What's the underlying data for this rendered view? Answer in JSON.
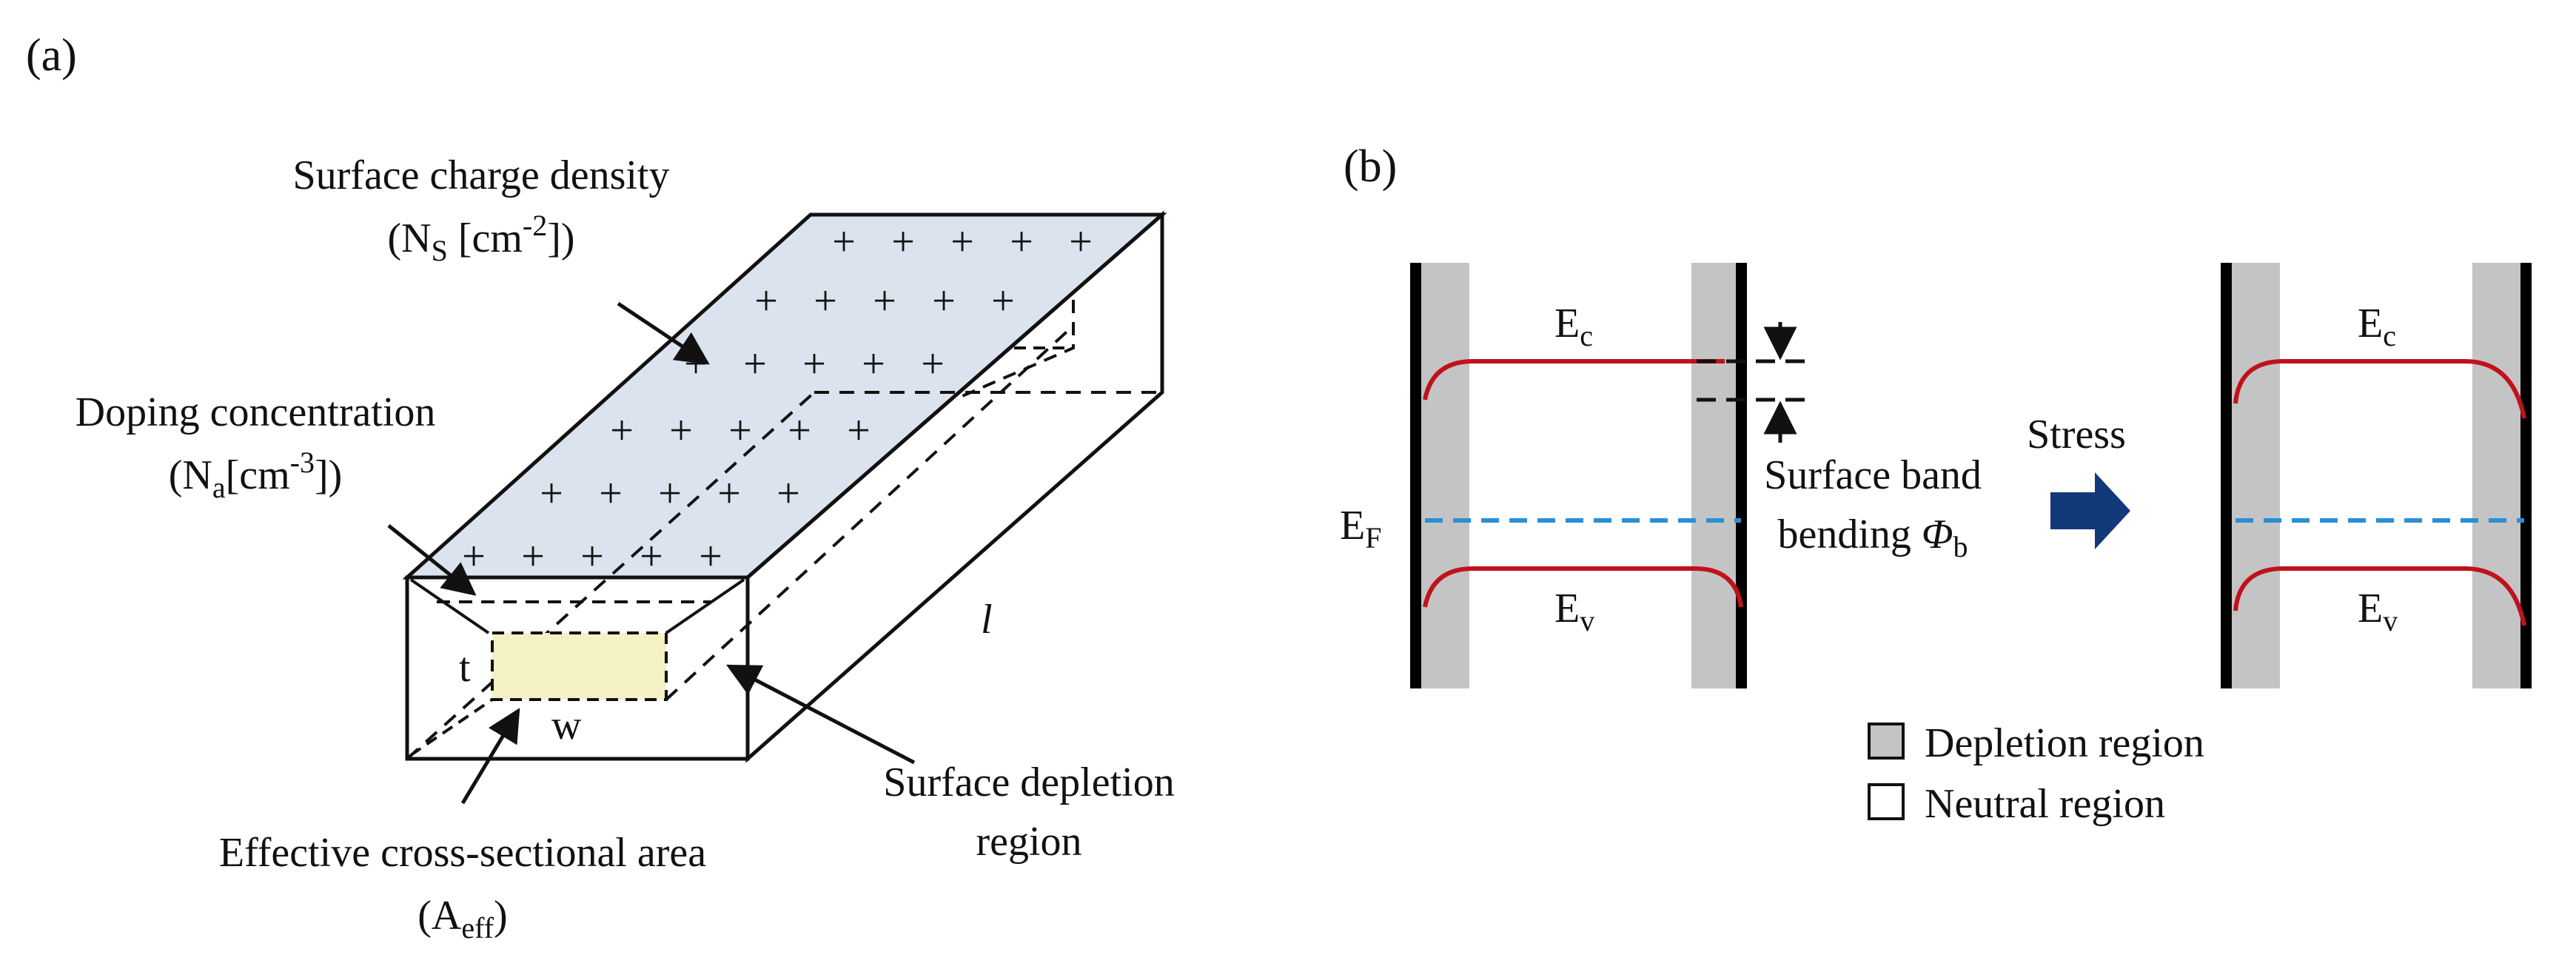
{
  "panel_a": {
    "label": "(a)",
    "surface_charge": {
      "line1": "Surface charge density",
      "line2_pre": "(N",
      "line2_sub": "S",
      "line2_post": " [cm",
      "line2_sup": "-2",
      "line2_end": "])"
    },
    "doping": {
      "line1": "Doping concentration",
      "line2_pre": "(N",
      "line2_sub": "a",
      "line2_post": "[cm",
      "line2_sup": "-3",
      "line2_end": "])"
    },
    "thickness": "t",
    "width": "w",
    "length": "l",
    "depletion": {
      "line1": "Surface depletion",
      "line2": "region"
    },
    "area": {
      "line1": "Effective cross-sectional area",
      "line2_pre": "(A",
      "line2_sub": "eff",
      "line2_end": ")"
    },
    "plus_sign": "+",
    "colors": {
      "top_face": "#dbe3ef",
      "area_fill": "#f4f1c4",
      "outline": "#111111"
    }
  },
  "panel_b": {
    "label": "(b)",
    "ec_main": "E",
    "ec_sub": "c",
    "ev_main": "E",
    "ev_sub": "v",
    "ef_main": "E",
    "ef_sub": "F",
    "band_bending": {
      "line1": "Surface band",
      "line2_pre": "bending ",
      "phi": "Φ",
      "phi_sub": "b"
    },
    "stress": "Stress",
    "legend": [
      {
        "label": "Depletion region",
        "color": "#c4c4c4"
      },
      {
        "label": "Neutral region",
        "color": "#ffffff"
      }
    ],
    "colors": {
      "band": "#c0121b",
      "fermi": "#2b8fd6",
      "arrow": "#123a7a",
      "depletion": "#c4c4c4"
    }
  }
}
